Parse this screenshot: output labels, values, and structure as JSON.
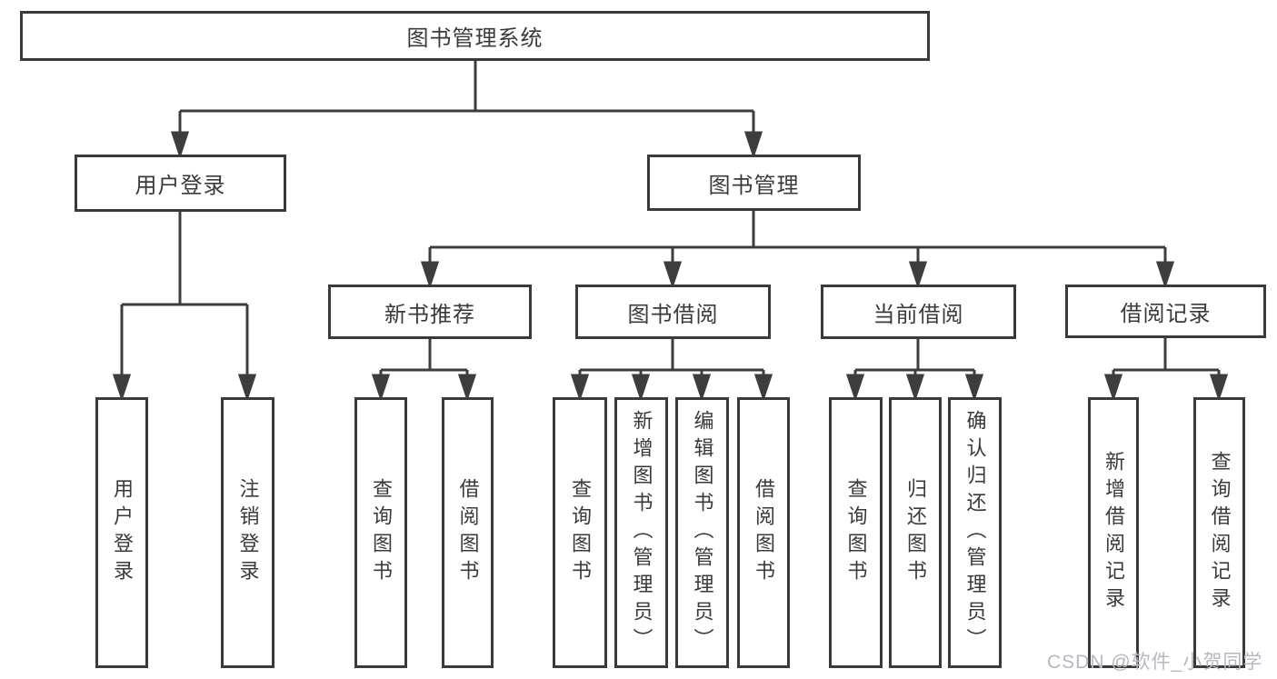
{
  "tree": {
    "root": "图书管理系统",
    "branches": [
      {
        "label": "用户登录",
        "children": [
          "用户登录",
          "注销登录"
        ]
      },
      {
        "label": "图书管理",
        "groups": [
          {
            "label": "新书推荐",
            "children": [
              "查询图书",
              "借阅图书"
            ]
          },
          {
            "label": "图书借阅",
            "children": [
              "查询图书",
              "新增图书（管理员）",
              "编辑图书（管理员）",
              "借阅图书"
            ]
          },
          {
            "label": "当前借阅",
            "children": [
              "查询图书",
              "归还图书",
              "确认归还（管理员）"
            ]
          },
          {
            "label": "借阅记录",
            "children": [
              "新增借阅记录",
              "查询借阅记录"
            ]
          }
        ]
      }
    ]
  },
  "watermark": {
    "text": "CSDN @软件_小贺同学"
  },
  "colors": {
    "box_border": "#3a3a3a",
    "connector": "#3d3d3d",
    "text": "#3a3a3a",
    "watermark": "#b9b6bf",
    "background": "#ffffff"
  }
}
